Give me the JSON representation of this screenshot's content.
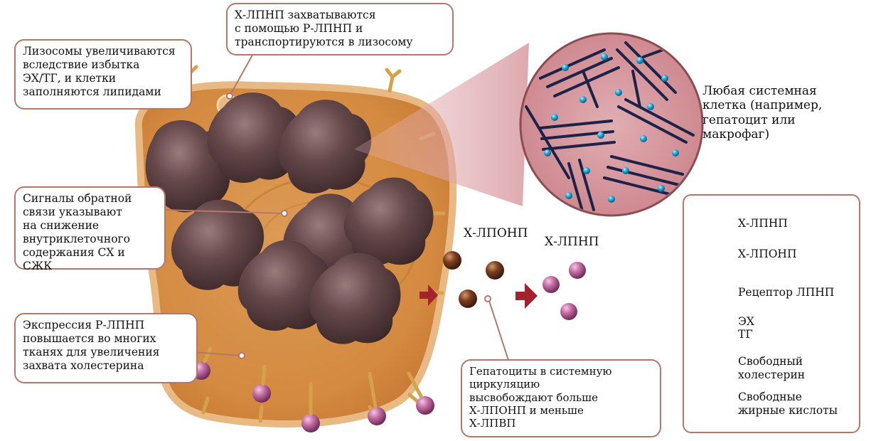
{
  "callouts": {
    "lysosomes": {
      "lines": [
        "Лизосомы увеличиваются",
        "вследствие избытка",
        "ЭХ/ТГ, и клетки",
        "заполняются липидами"
      ]
    },
    "capture": {
      "lines": [
        "Х-ЛПНП захватываются",
        "с помощью Р-ЛПНП и",
        "транспортируются в лизосому"
      ]
    },
    "feedback": {
      "lines": [
        "Сигналы обратной",
        "связи указывают",
        "на снижение",
        "внутриклеточного",
        "содержания СХ и СЖК"
      ]
    },
    "expression": {
      "lines": [
        "Экспрессия Р-ЛПНП",
        "повышается во многих",
        "тканях для увеличения",
        "захвата холестерина"
      ]
    },
    "hepatocytes": {
      "lines": [
        "Гепатоциты в системную",
        "циркуляцию",
        "высвобождают больше",
        "Х-ЛПОНП и меньше",
        "Х-ЛПВП"
      ]
    }
  },
  "cell_label": {
    "lines": [
      "Любая системная",
      "клетка (например,",
      "гепатоцит или",
      "макрофаг)"
    ]
  },
  "particle_labels": {
    "vldl": "Х-ЛПОНП",
    "ldl": "Х-ЛПНП"
  },
  "legend": {
    "items": [
      {
        "icon": "ldl-particle-icon",
        "lines": [
          "Х-ЛПНП"
        ]
      },
      {
        "icon": "vldl-particle-icon",
        "lines": [
          "Х-ЛПОНП"
        ]
      },
      {
        "icon": "ldl-receptor-icon",
        "lines": [
          "Рецептор ЛПНП"
        ]
      },
      {
        "icon": "cholesteryl-ester-icon",
        "lines": [
          "ЭХ"
        ]
      },
      {
        "icon": "triglyceride-icon",
        "lines": [
          "ТГ"
        ]
      },
      {
        "icon": "free-cholesterol-icon",
        "lines": [
          "Свободный",
          "холестерин"
        ]
      },
      {
        "icon": "free-fatty-acid-icon",
        "lines": [
          "Свободные",
          "жирные кислоты"
        ]
      }
    ]
  },
  "colors": {
    "cytoplasm": "#d98e45",
    "cell_border": "#e8b57c",
    "lysosome": "#5a3c3d",
    "ldl_particle": "#c46ca3",
    "vldl_particle": "#7b3f22",
    "receptor": "#d4a24a",
    "free_cholesterol": "#1ea6d6",
    "arrow": "#a3222d",
    "callout_border": "#b5776a",
    "lipid_droplet_bg": "#d79aa0"
  }
}
